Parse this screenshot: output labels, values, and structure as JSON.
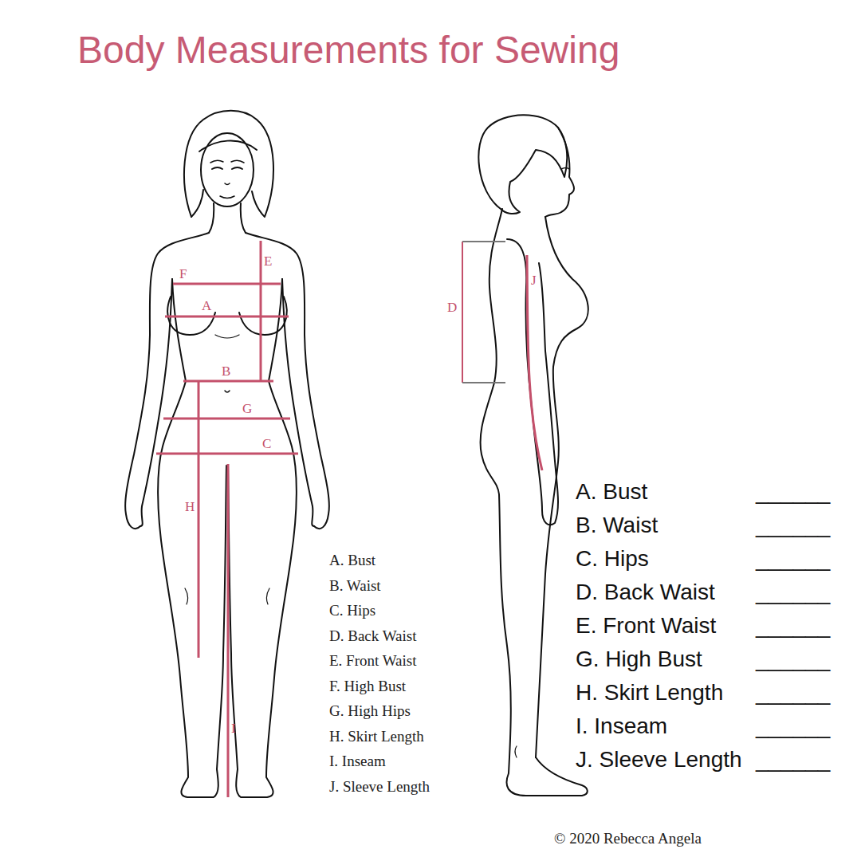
{
  "diagram": {
    "title": "Body Measurements for Sewing",
    "caption": "© 2020 Rebecca Angela",
    "labels": [
      "F",
      "E",
      "A",
      "B",
      "G",
      "C",
      "H",
      "I",
      "D",
      "J",
      "A. Bust",
      "B. Waist",
      "C. Hips",
      "D. Back Waist",
      "E. Front Waist",
      "F. High Bust",
      "G. High Hips",
      "H. Skirt Length",
      "I. Inseam",
      "J. Sleeve Length",
      "A. Bust",
      "B. Waist",
      "C. Hips",
      "D. Back Waist",
      "E. Front Waist",
      "G. High Bust",
      "H. Skirt Length",
      "I. Inseam",
      "J. Sleeve Length",
      "______",
      "______",
      "______",
      "______",
      "______",
      "______",
      "______",
      "______",
      "______"
    ]
  }
}
